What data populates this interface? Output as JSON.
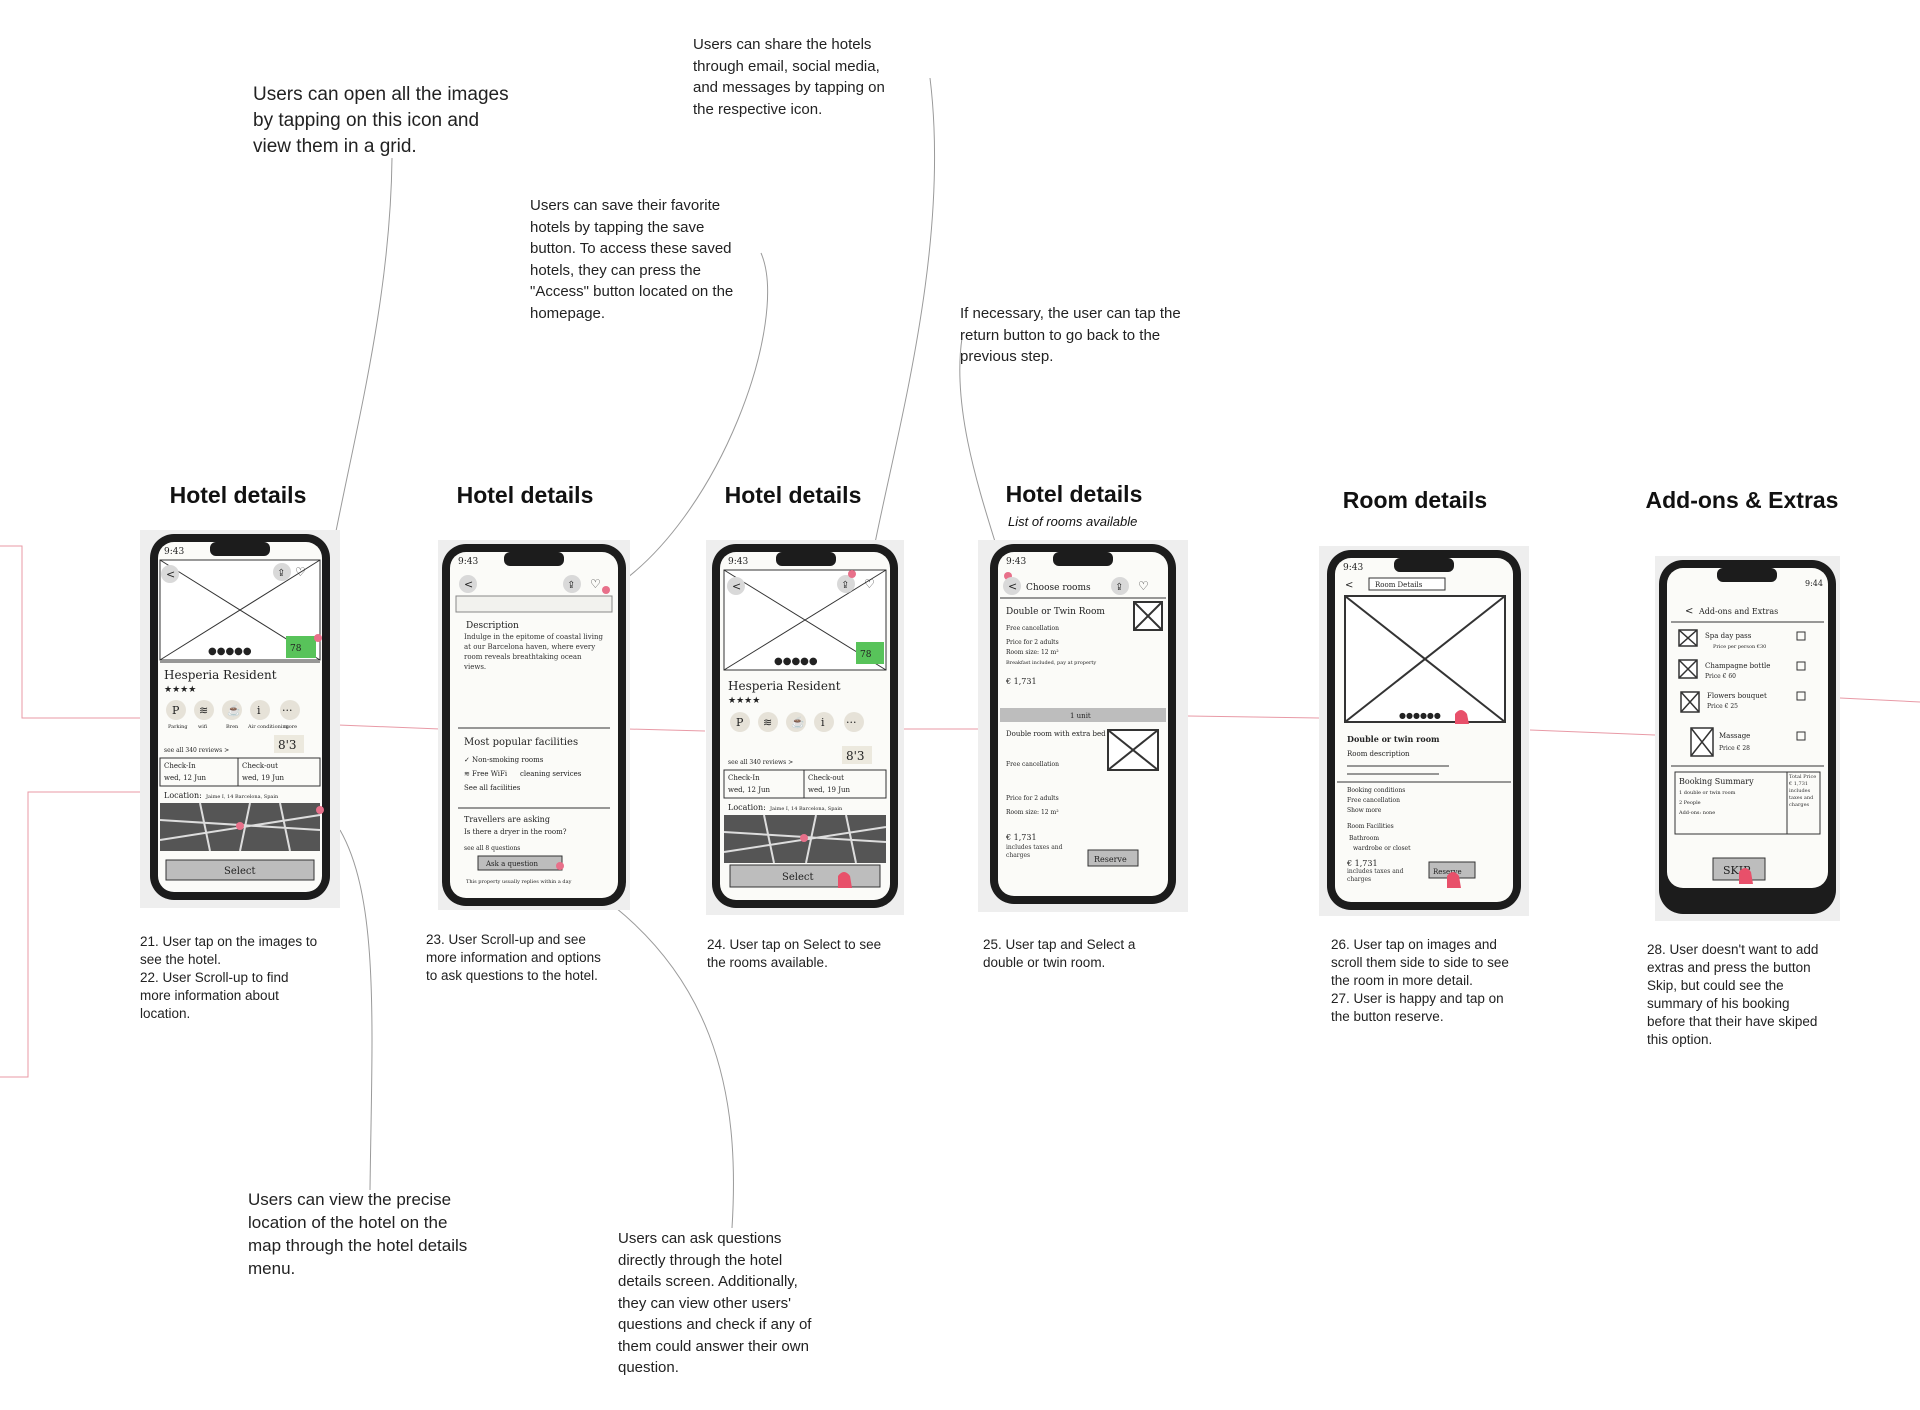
{
  "screens": [
    {
      "title": "Hotel details",
      "subtitle": "",
      "caption": "21. User tap on the images to\nsee the hotel.\n22. User Scroll-up to find\nmore information about\nlocation."
    },
    {
      "title": "Hotel details",
      "subtitle": "",
      "caption": "23. User Scroll-up and see\nmore information and options\nto ask questions to the hotel."
    },
    {
      "title": "Hotel details",
      "subtitle": "",
      "caption": "24. User tap on Select to see\nthe rooms available."
    },
    {
      "title": "Hotel details",
      "subtitle": "List of rooms available",
      "caption": "25. User tap and Select  a\ndouble or twin room."
    },
    {
      "title": "Room details",
      "subtitle": "",
      "caption": "26. User tap on images and\nscroll them side to side to see\nthe room in more detail.\n27. User is happy and tap on\nthe button reserve."
    },
    {
      "title": "Add-ons & Extras",
      "subtitle": "",
      "caption": "28. User doesn't want to add\nextras and press the button\nSkip, but could see the\nsummary of his booking\nbefore that their have skiped\nthis option."
    }
  ],
  "annotations": {
    "images_grid": "Users can open all the images\nby tapping on this icon and\nview them in a grid.",
    "share": "Users can share the hotels\nthrough email, social media,\nand messages by tapping on\nthe respective icon.",
    "save": "Users can save their favorite\nhotels by tapping the save\nbutton. To access these saved\nhotels, they can press the\n\"Access\" button located on the\nhomepage.",
    "return": "If necessary, the user can tap the\nreturn button to go back to the\nprevious step.",
    "location": "Users can view the precise\nlocation of the hotel on the\nmap through the hotel details\nmenu.",
    "questions": "Users can ask questions\ndirectly through the hotel\ndetails screen. Additionally,\nthey can view other users'\nquestions and check if any of\nthem could answer their own\nquestion."
  },
  "sketch": {
    "time_a": "9:43",
    "time_b": "9:44",
    "hotel_name": "Hesperia Resident",
    "stars": "★★★★",
    "amenities": [
      "Parking",
      "wifi",
      "Bren",
      "Air conditioning",
      "more"
    ],
    "amenity_glyphs": [
      "P",
      "≋",
      "☕",
      "i",
      "···"
    ],
    "rating": "8'3",
    "see_reviews": "see all 340 reviews >",
    "check_in": "Check-In",
    "check_in_date": "wed, 12 Jun",
    "check_out": "Check-out",
    "check_out_date": "wed, 19 Jun",
    "location": "Location:",
    "location_value": "Jaime I, 14 Barcelona, Spain",
    "select": "Select",
    "description": "Description",
    "description_text": "Indulge in the epitome of coastal living at our Barcelona haven, where every room reveals breathtaking ocean views.",
    "popular_facilities": "Most popular facilities",
    "facility_1": "Non-smoking rooms",
    "facility_2": "Free WiFi",
    "facility_3": "cleaning services",
    "see_facilities": "See all facilities",
    "travellers": "Travellers are asking",
    "question": "Is there a dryer in the room?",
    "see_questions": "see all 8 questions",
    "ask_question": "Ask a question",
    "reply_note": "This property usually replies within a day",
    "choose_rooms": "Choose rooms",
    "room_1": "Double or Twin Room",
    "free_cancel": "Free cancellation",
    "price_for": "Price for 2 adults",
    "room_size": "Room size: 12 m²",
    "breakfast": "Breakfast included, pay at property",
    "price": "€ 1,731",
    "select_unit": "1 unit",
    "room_2": "Double room with extra bed",
    "includes": "includes taxes and charges",
    "reserve": "Reserve",
    "room_details": "Room Details",
    "double_twin": "Double or twin room",
    "room_description": "Room description",
    "booking_conditions": "Booking conditions",
    "show_more": "Show more",
    "room_facilities": "Room Facilities",
    "bathroom": "Bathroom",
    "wardrobe": "wardrobe or closet",
    "addons_title": "Add-ons and Extras",
    "extra_1": "Spa day pass",
    "extra_1_price": "Price per person €30",
    "extra_2": "Champagne bottle",
    "extra_2_price": "Price € 60",
    "extra_3": "Flowers bouquet",
    "extra_3_price": "Price € 25",
    "extra_4": "Massage",
    "extra_4_price": "Price € 28",
    "booking_summary": "Booking Summary",
    "summary_room": "1 double or twin room",
    "summary_people": "2 People",
    "summary_addons": "Add-ons: none",
    "total_price": "Total Price",
    "skip": "SKIP",
    "grid_count": "78"
  }
}
